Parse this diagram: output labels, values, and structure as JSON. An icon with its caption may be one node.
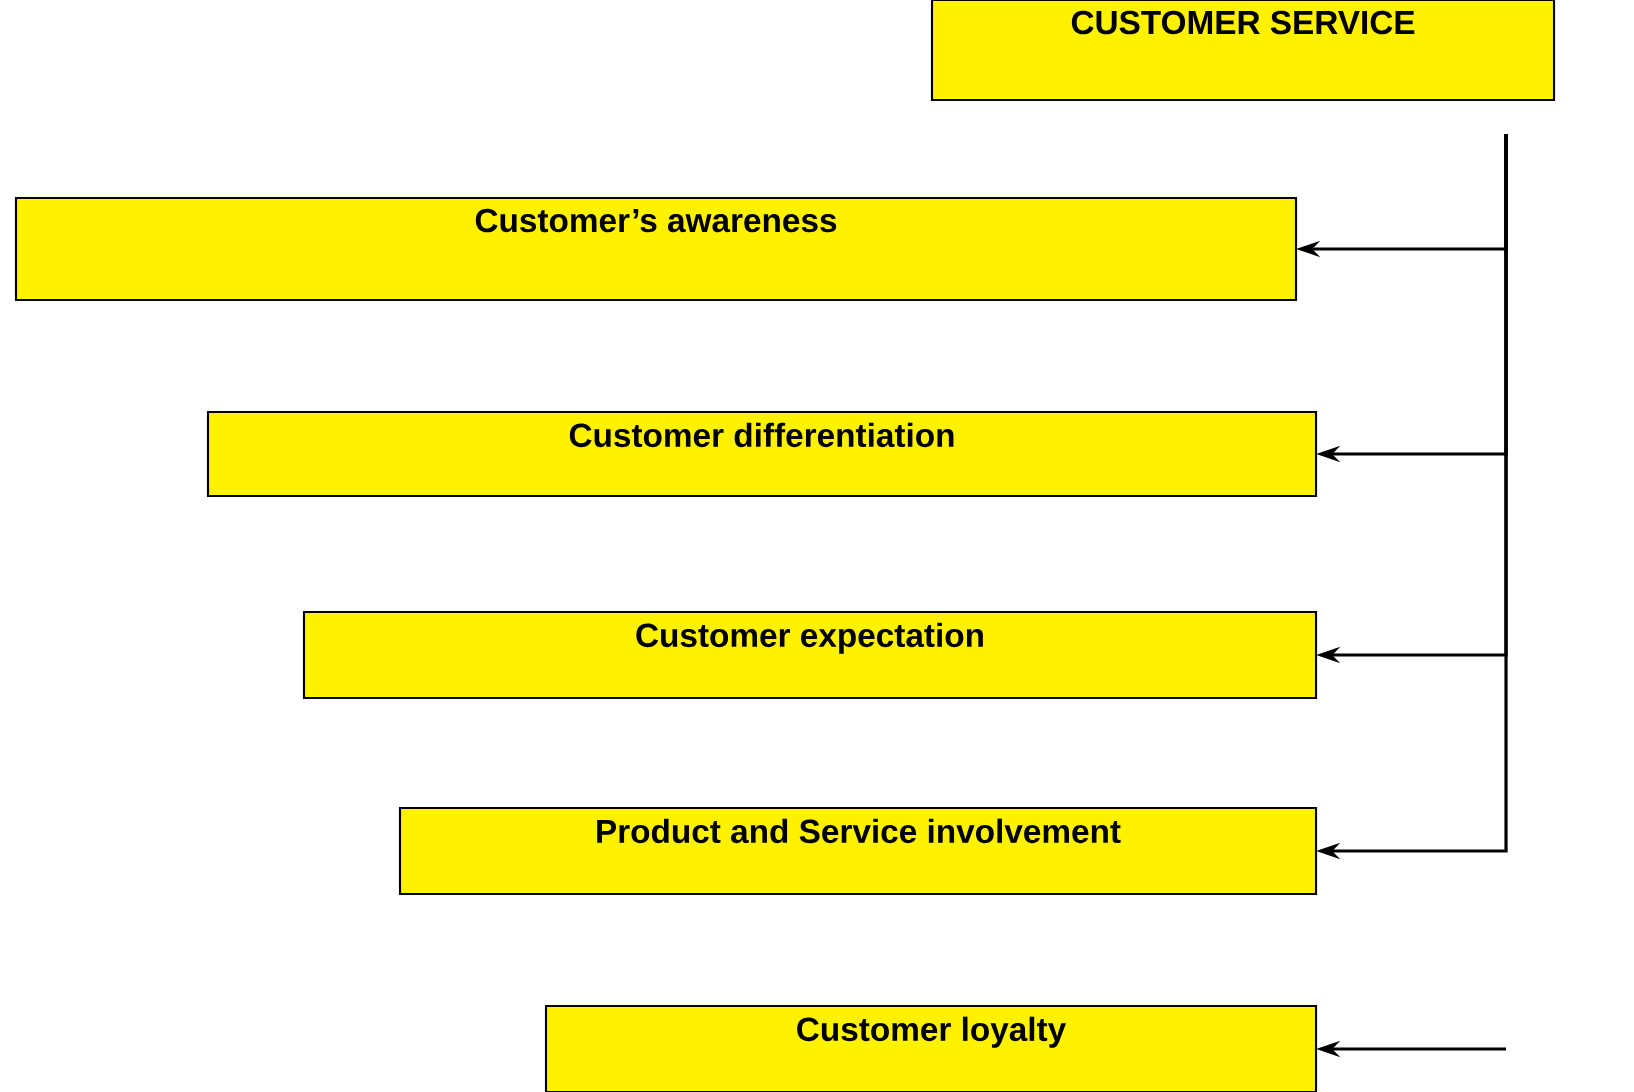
{
  "diagram": {
    "nodes": [
      {
        "text": [
          "CUSTOMER SERVICE"
        ]
      },
      {
        "text": [
          "Customer’s awareness"
        ]
      },
      {
        "text": [
          "Customer differentiation"
        ]
      },
      {
        "text": [
          "Customer expectation"
        ]
      },
      {
        "text": [
          "Product and Service involvement"
        ]
      },
      {
        "text": [
          "Customer loyalty"
        ]
      }
    ],
    "edges": [
      {
        "from": 0,
        "to": 1,
        "arrow": "to"
      },
      {
        "from": 0,
        "to": 2,
        "arrow": "to"
      },
      {
        "from": 0,
        "to": 3,
        "arrow": "to"
      },
      {
        "from": 0,
        "to": 4,
        "arrow": "to"
      },
      {
        "from": null,
        "to": 5,
        "arrow": "to"
      }
    ]
  }
}
